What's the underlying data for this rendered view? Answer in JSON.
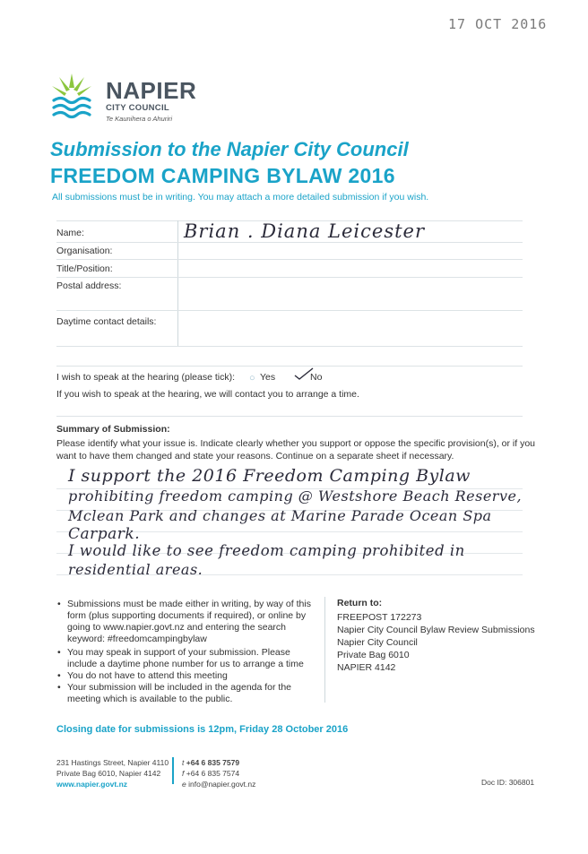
{
  "stamp": "17 OCT 2016",
  "logo": {
    "name": "NAPIER",
    "sub": "CITY COUNCIL",
    "maori": "Te Kaunihera o Ahuriri"
  },
  "titles": {
    "line1": "Submission to the Napier City Council",
    "line2": "FREEDOM CAMPING BYLAW 2016",
    "intro": "All submissions must be in writing. You may attach a more detailed submission if you wish."
  },
  "fields": {
    "name_label": "Name:",
    "name_value": "Brian . Diana Leicester",
    "organisation_label": "Organisation:",
    "title_label": "Title/Position:",
    "postal_label": "Postal address:",
    "daytime_label": "Daytime contact details:"
  },
  "hearing": {
    "question": "I wish to speak at the hearing (please tick):",
    "yes": "Yes",
    "no": "No",
    "note": "If you wish to speak at the hearing, we will contact you to arrange a time."
  },
  "summary": {
    "heading": "Summary of Submission:",
    "instructions": "Please identify what your issue is. Indicate clearly whether you support or oppose the specific provision(s), or if you want to have them changed and state your reasons. Continue on a separate sheet if necessary.",
    "handwriting": [
      "I support the 2016 Freedom Camping Bylaw",
      "prohibiting freedom camping @ Westshore Beach Reserve,",
      "Mclean Park and changes at Marine Parade Ocean Spa",
      "Carpark.",
      "I would like to see freedom camping prohibited in",
      "residential areas."
    ]
  },
  "bullets": [
    "Submissions must be made either in writing, by way of this form (plus supporting documents if required), or online by going to www.napier.govt.nz and entering the search keyword: #freedomcampingbylaw",
    "You may speak in support of your submission. Please include a daytime phone number for us to arrange a time",
    "You do not have to attend this meeting",
    "Your submission will be included in the agenda for the meeting which is available to the public."
  ],
  "return_to": {
    "heading": "Return to:",
    "lines": [
      "FREEPOST 172273",
      "Napier City Council Bylaw Review Submissions",
      "Napier City Council",
      "Private Bag 6010",
      "NAPIER 4142"
    ]
  },
  "closing": "Closing date for submissions is 12pm, Friday 28 October 2016",
  "footer": {
    "address1": "231 Hastings Street, Napier 4110",
    "address2": "Private Bag 6010, Napier 4142",
    "website": "www.napier.govt.nz",
    "phone_label": "t",
    "phone": "+64 6 835 7579",
    "fax_label": "f",
    "fax": "+64 6 835 7574",
    "email_label": "e",
    "email": "info@napier.govt.nz",
    "doc_id": "Doc ID: 306801"
  },
  "colors": {
    "brand_blue": "#1aa3c8",
    "brand_green": "#8cc63f"
  }
}
